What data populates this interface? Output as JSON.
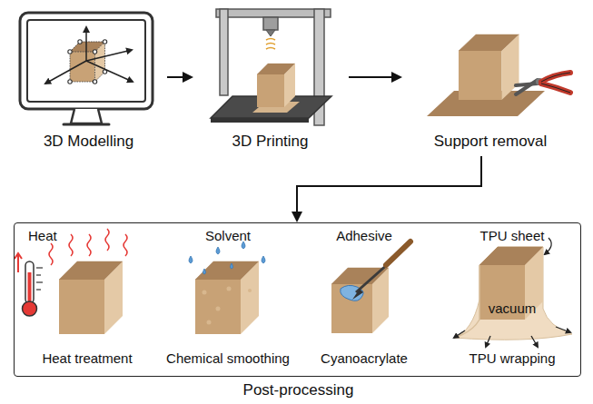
{
  "diagram": {
    "nodes": [
      {
        "text": [
          "3D Modelling"
        ]
      },
      {
        "text": [
          "3D Printing"
        ]
      },
      {
        "text": [
          "Support removal"
        ]
      },
      {
        "text": [
          "Post-processing"
        ]
      },
      {
        "text": [
          "Heat",
          "Heat treatment"
        ],
        "in": 3
      },
      {
        "text": [
          "Solvent",
          "Chemical smoothing"
        ],
        "in": 3
      },
      {
        "text": [
          "Adhesive",
          "Cyanoacrylate"
        ],
        "in": 3
      },
      {
        "text": [
          "TPU sheet",
          "vacuum",
          "TPU wrapping"
        ],
        "in": 3
      }
    ],
    "edges": [
      {
        "from": 0,
        "to": 1,
        "arrow": "to"
      },
      {
        "from": 1,
        "to": 2,
        "arrow": "to"
      },
      {
        "from": 2,
        "to": 3,
        "arrow": "to"
      }
    ]
  }
}
